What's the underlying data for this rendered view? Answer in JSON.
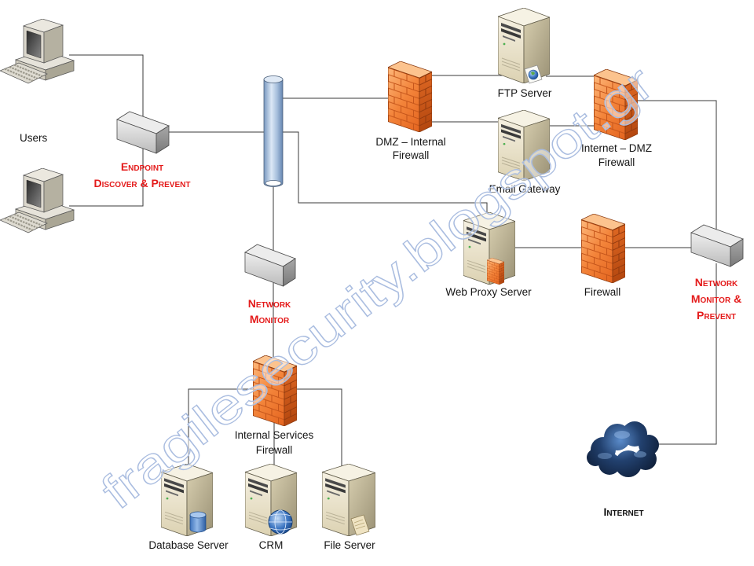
{
  "diagram": {
    "users": {
      "label": "Users",
      "icon": "desktop-computer-icon"
    },
    "endpoint": {
      "line1": "Endpoint",
      "line2": "Discover & Prevent",
      "icon": "appliance-icon"
    },
    "dmz_internal_firewall": {
      "line1": "DMZ – Internal",
      "line2": "Firewall",
      "icon": "firewall-icon"
    },
    "ftp_server": {
      "label": "FTP Server",
      "badge_icon": "globe-document-icon"
    },
    "email_gateway": {
      "label": "Email Gateway",
      "icon": "server-icon"
    },
    "internet_dmz_firewall": {
      "line1": "Internet – DMZ",
      "line2": "Firewall",
      "icon": "firewall-icon"
    },
    "web_proxy_server": {
      "label": "Web Proxy Server",
      "badge_icon": "firewall-icon"
    },
    "firewall": {
      "label": "Firewall",
      "icon": "firewall-icon"
    },
    "network_monitor_prevent": {
      "line1": "Network",
      "line2": "Monitor &",
      "line3": "Prevent",
      "icon": "appliance-icon"
    },
    "network_monitor": {
      "line1": "Network",
      "line2": "Monitor",
      "icon": "appliance-icon"
    },
    "internal_services_firewall": {
      "line1": "Internal Services",
      "line2": "Firewall",
      "icon": "firewall-icon"
    },
    "database_server": {
      "label": "Database Server",
      "badge_icon": "database-icon"
    },
    "crm": {
      "label": "CRM",
      "badge_icon": "globe-icon"
    },
    "file_server": {
      "label": "File Server",
      "badge_icon": "document-icon"
    },
    "internet": {
      "label": "Internet",
      "icon": "cloud-icon"
    }
  },
  "watermark": "fragilesecurity.blogspot.gr",
  "colors": {
    "label_accent": "#e41b1b",
    "connector": "#3a3a3a",
    "firewall": "#f3843a",
    "backbone": "#9fbbd8",
    "cloud": "#0d1b33",
    "watermark_outline": "#aabde0"
  }
}
